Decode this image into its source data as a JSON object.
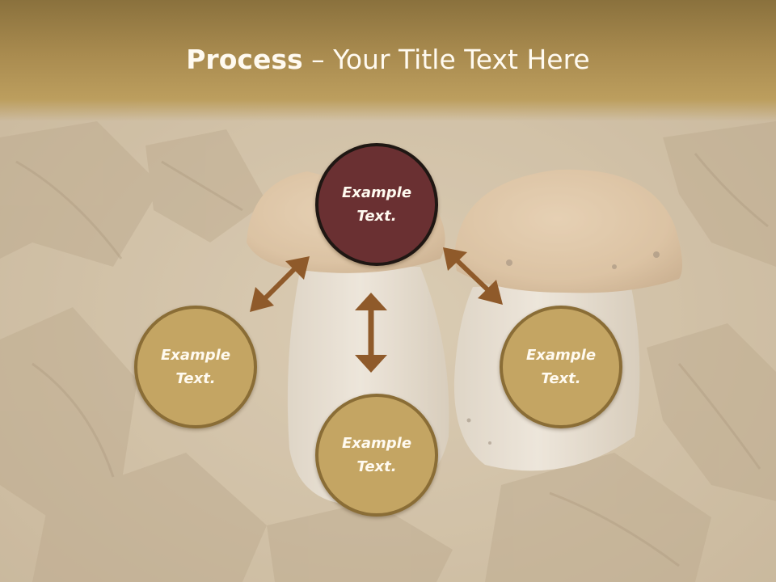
{
  "title": {
    "bold": "Process",
    "rest": " – Your Title Text Here"
  },
  "nodes": {
    "top": "Example\nText.",
    "left": "Example\nText.",
    "right": "Example\nText.",
    "bottom": "Example\nText."
  },
  "colors": {
    "accent_fill": "#6a3032",
    "accent_border": "#1f1713",
    "node_fill": "#c4a563",
    "node_border": "#8a6d36",
    "arrow": "#8f5a2a",
    "title_band": "#a98b4f"
  }
}
